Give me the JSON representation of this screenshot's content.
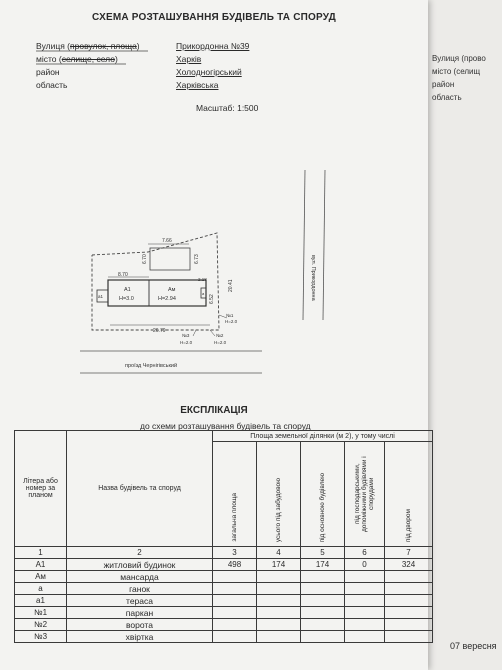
{
  "title": "СХЕМА РОЗТАШУВАННЯ БУДІВЕЛЬ ТА СПОРУД",
  "header": {
    "street_label_pre": "Вулиця (",
    "street_label_strike": "провулок, площа",
    "street_label_post": ")",
    "city_label_pre": "місто (",
    "city_label_strike": "селище, село",
    "city_label_post": ")",
    "district_label": "район",
    "region_label": "область",
    "street_value": "Прикордонна №39",
    "city_value": "Харків",
    "district_value": "Холодногірський",
    "region_value": "Харківська"
  },
  "scale": "Масштаб: 1:500",
  "plan": {
    "dim_top": "7.66",
    "dim_left": "8.70",
    "dim_vert_a": "6.70",
    "dim_vert_b": "6.73",
    "dim_right": "20.41",
    "dim_small": "2.18",
    "dim_mid": "6.52",
    "dim_bottom": "26.79",
    "a1_label": "а1",
    "a_label": "а",
    "building_a1": "А1",
    "building_a1_h": "Н=3.0",
    "building_am": "Ам",
    "building_am_h": "Н=2.94",
    "fence_1": "№1",
    "fence_1_h": "Н=2.0",
    "fence_2": "№2",
    "fence_2_h": "Н=2.0",
    "fence_3": "№3",
    "fence_3_h": "Н=2.0",
    "street_right": "вул. Прикордонна",
    "street_bottom": "проїзд Чернігівський"
  },
  "explication": {
    "title": "ЕКСПЛІКАЦІЯ",
    "subtitle": "до схеми розташування будівель та споруд",
    "col_letter": "Літера або номер за планом",
    "col_name": "Назва будівель та споруд",
    "col_group": "Площа земельної ділянки (м 2), у тому числі",
    "col_total": "загальна площа",
    "col_built": "усього під забудовою",
    "col_main": "під основною будівлею",
    "col_aux": "під господарськими, допоміжними будівлями і спорудами",
    "col_yard": "під двором",
    "numbers": [
      "1",
      "2",
      "3",
      "4",
      "5",
      "6",
      "7"
    ],
    "rows": [
      {
        "letter": "А1",
        "name": "житловий будинок",
        "total": "498",
        "built": "174",
        "main": "174",
        "aux": "0",
        "yard": "324"
      },
      {
        "letter": "Ам",
        "name": "мансарда",
        "total": "",
        "built": "",
        "main": "",
        "aux": "",
        "yard": ""
      },
      {
        "letter": "а",
        "name": "ганок",
        "total": "",
        "built": "",
        "main": "",
        "aux": "",
        "yard": ""
      },
      {
        "letter": "а1",
        "name": "тераса",
        "total": "",
        "built": "",
        "main": "",
        "aux": "",
        "yard": ""
      },
      {
        "letter": "№1",
        "name": "паркан",
        "total": "",
        "built": "",
        "main": "",
        "aux": "",
        "yard": ""
      },
      {
        "letter": "№2",
        "name": "ворота",
        "total": "",
        "built": "",
        "main": "",
        "aux": "",
        "yard": ""
      },
      {
        "letter": "№3",
        "name": "хвіртка",
        "total": "",
        "built": "",
        "main": "",
        "aux": "",
        "yard": ""
      }
    ]
  },
  "under_sheet": {
    "street_label": "Вулиця (прово",
    "city_label": "місто (селищ",
    "district_label": "район",
    "region_label": "область",
    "date_fragment": "07 вересня"
  }
}
